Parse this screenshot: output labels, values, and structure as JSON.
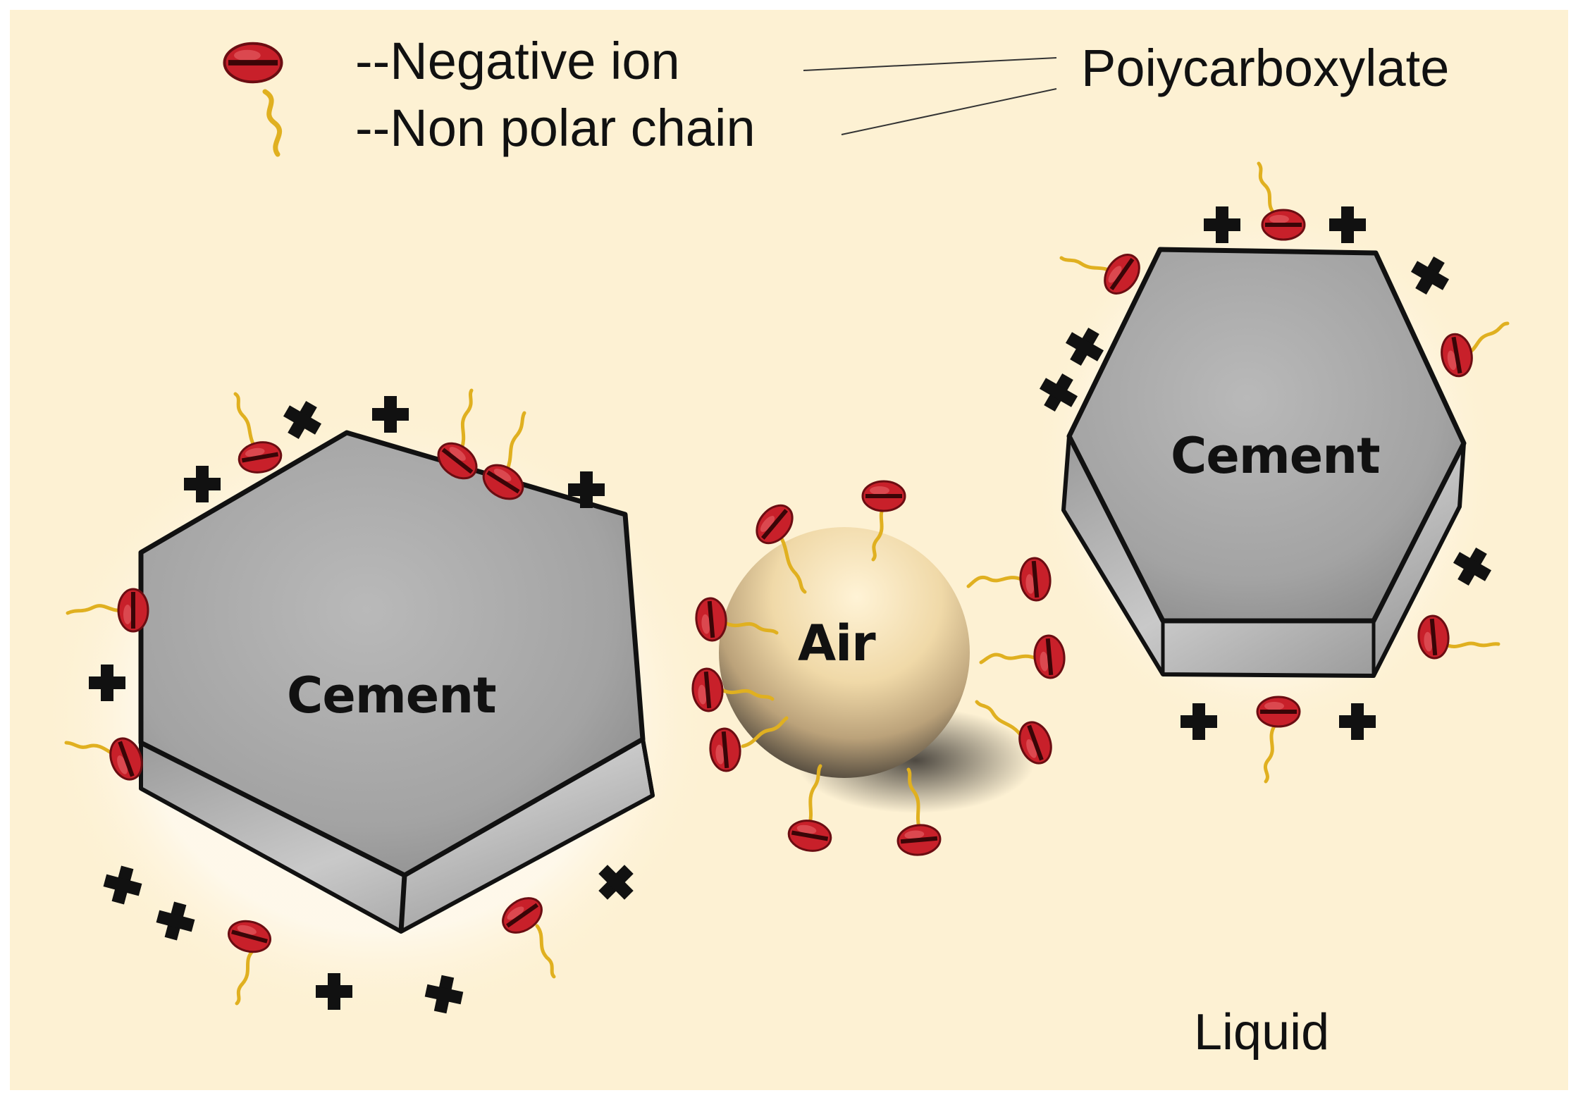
{
  "legend": {
    "negative_ion": "--Negative ion",
    "non_polar_chain": "--Non polar chain",
    "polymer": "Poiycarboxylate"
  },
  "labels": {
    "cement_left": "Cement",
    "cement_right": "Cement",
    "air": "Air",
    "liquid": "Liquid"
  },
  "colors": {
    "background": "#fdf1d3",
    "cement": "#a9a9a9",
    "ion": "#c8202a",
    "chain": "#e0b020",
    "air_bubble": "#f2deb0"
  }
}
